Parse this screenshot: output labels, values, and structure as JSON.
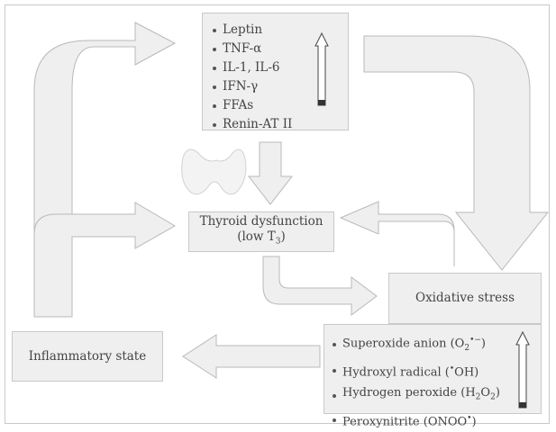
{
  "adipokines": {
    "items": [
      "Leptin",
      "TNF-α",
      "IL-1, IL-6",
      "IFN-γ",
      "FFAs",
      "Renin-AT II"
    ],
    "trend_icon": "up-arrow-icon"
  },
  "thyroid": {
    "line1": "Thyroid dysfunction",
    "line2_prefix": "(low T",
    "line2_sub": "3",
    "line2_suffix": ")",
    "icon": "thyroid-gland-icon"
  },
  "oxidative": {
    "label": "Oxidative stress"
  },
  "inflammatory": {
    "label": "Inflammatory state"
  },
  "ros": {
    "superoxide": {
      "text": "Superoxide anion (O",
      "sub": "2",
      "sup": "•−",
      "close": ")"
    },
    "hydroxyl": {
      "text": "Hydroxyl radical (",
      "sup": "•",
      "formula": "OH",
      "close": ")"
    },
    "peroxide": {
      "text": "Hydrogen peroxide (H",
      "sub1": "2",
      "mid": "O",
      "sub2": "2",
      "close": ")"
    },
    "peroxynitrite": {
      "text": "Peroxynitrite (ONOO",
      "sup": "•",
      "close": ")"
    },
    "trend_icon": "up-arrow-icon"
  },
  "colors": {
    "fill": "#efefef",
    "stroke": "#b8b8b8",
    "text": "#444444"
  }
}
